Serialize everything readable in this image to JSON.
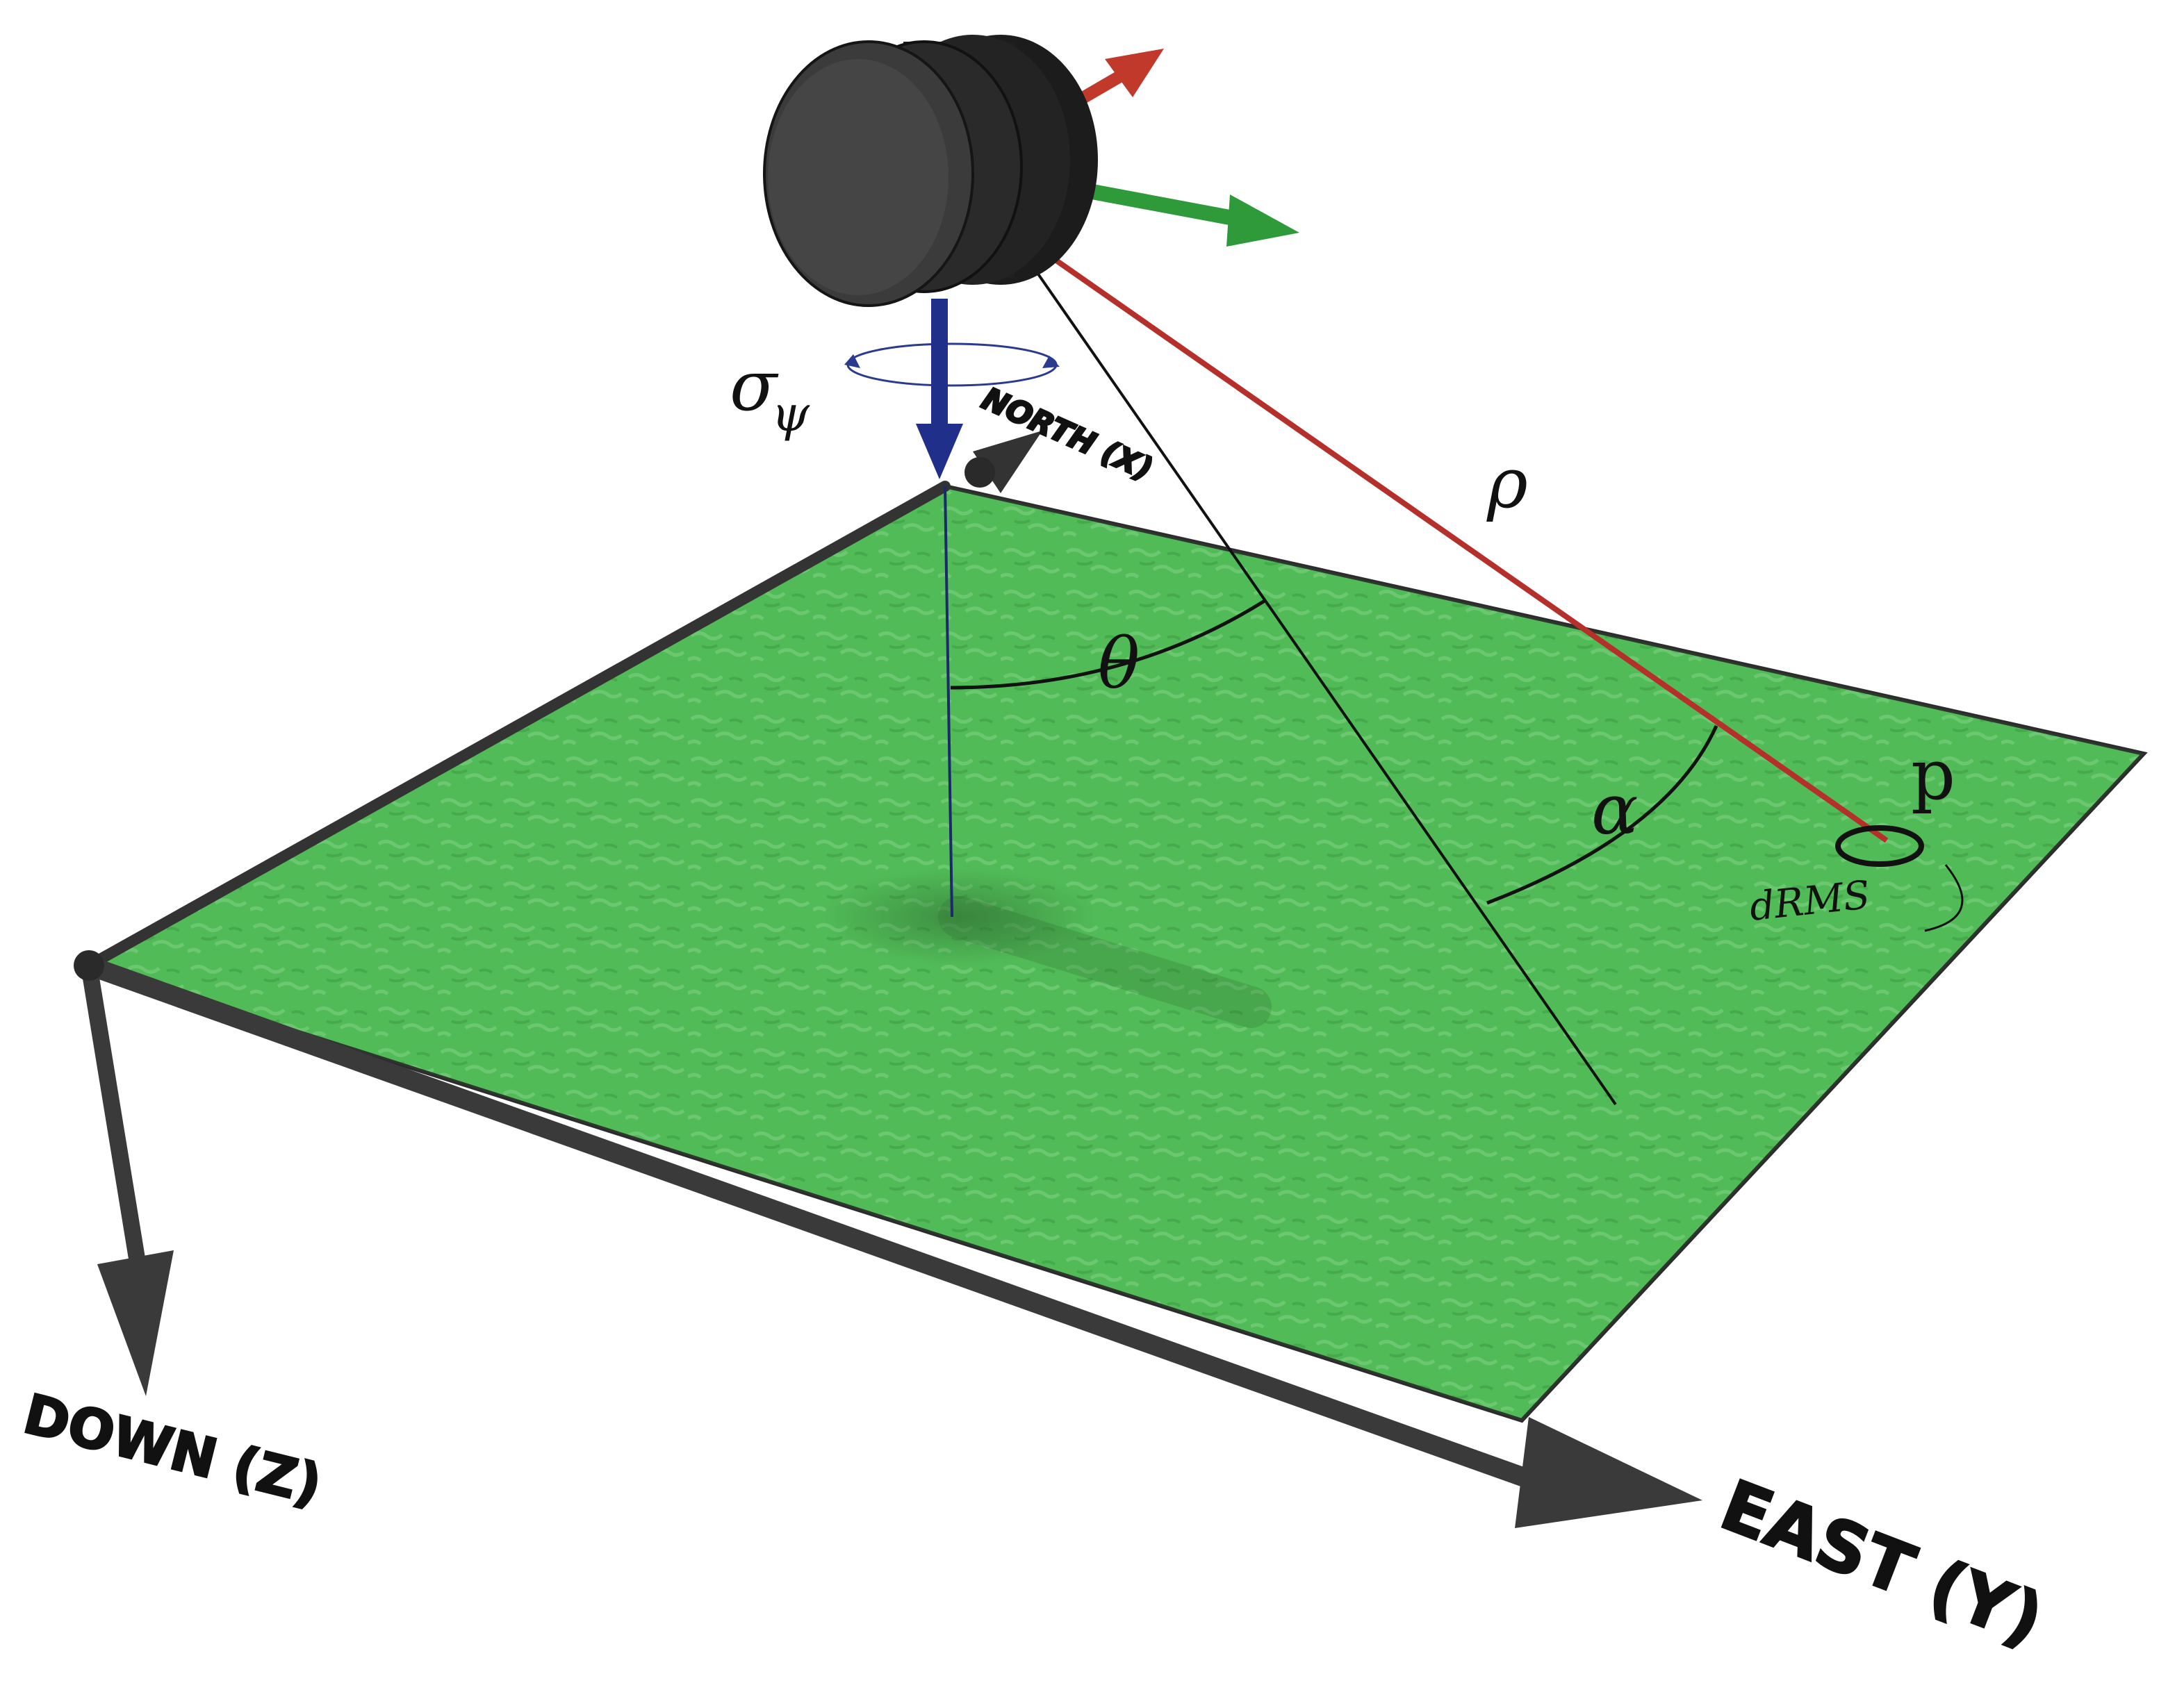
{
  "axes": {
    "down": "DOWN (Z)",
    "east": "EAST (Y)",
    "north": "NORTH (X)"
  },
  "symbols": {
    "sigma": "σ",
    "psi": "ψ",
    "theta": "θ",
    "rho": "ρ",
    "alpha": "α",
    "point": "p",
    "drms": "dRMS"
  },
  "colors": {
    "ground": "#55c25a",
    "ground_dark": "#3f9f44",
    "axis": "#3a3a3a",
    "camera_body": "#2f2f2f",
    "red_axis": "#c0392b",
    "green_axis": "#2e9a3a",
    "blue_axis": "#1f2f8a",
    "range_line": "#b5302a"
  }
}
